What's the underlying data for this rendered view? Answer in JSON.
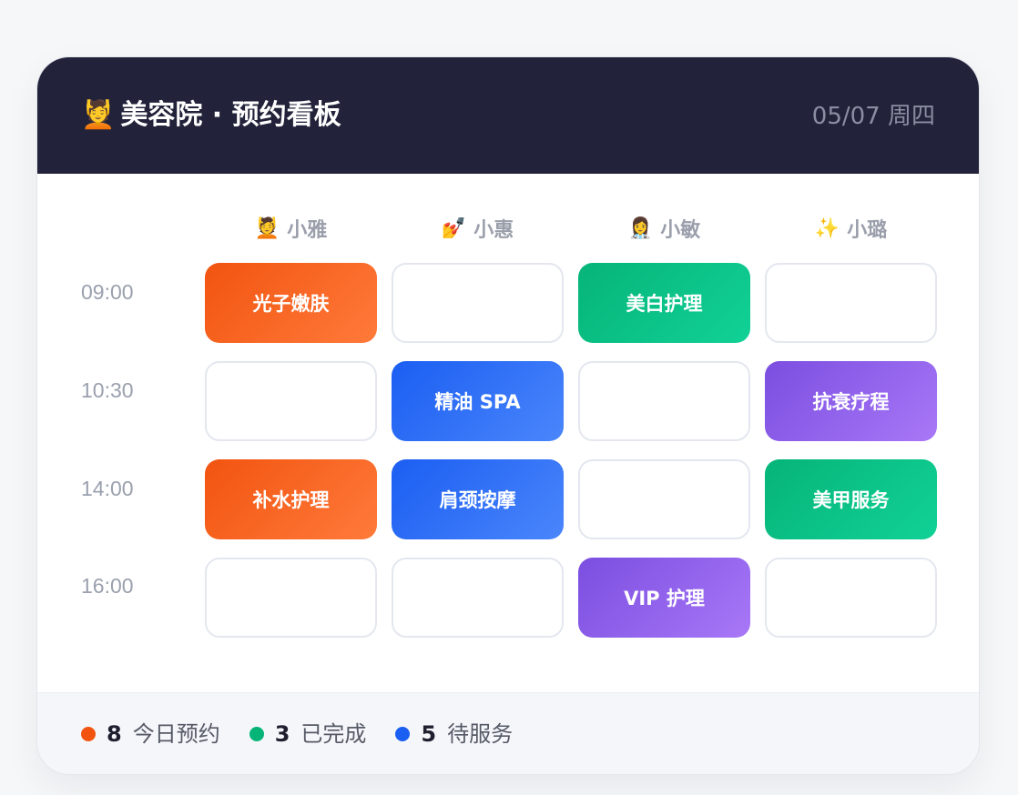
{
  "header": {
    "icon": "💆",
    "title": "美容院 · 预约看板",
    "date": "05/07 周四"
  },
  "staff": [
    {
      "icon": "💆",
      "icon_name": "face-massage-icon",
      "name": "小雅"
    },
    {
      "icon": "💅",
      "icon_name": "nail-polish-icon",
      "name": "小惠"
    },
    {
      "icon": "👩‍⚕️",
      "icon_name": "health-worker-icon",
      "name": "小敏"
    },
    {
      "icon": "✨",
      "icon_name": "sparkles-icon",
      "name": "小璐"
    }
  ],
  "times": [
    "09:00",
    "10:30",
    "14:00",
    "16:00"
  ],
  "appointments": [
    [
      "光子嫩肤",
      "",
      "美白护理",
      ""
    ],
    [
      "",
      "精油 SPA",
      "",
      "抗衰疗程"
    ],
    [
      "补水护理",
      "肩颈按摩",
      "",
      "美甲服务"
    ],
    [
      "",
      "",
      "VIP 护理",
      ""
    ]
  ],
  "colors": {
    "header_bg": "#22233a",
    "orange": "#f25410",
    "green": "#06b478",
    "blue": "#1b5ef2",
    "purple": "#7b4ee0"
  },
  "footer": {
    "stats": [
      {
        "color": "#f25410",
        "value": "8",
        "label": "今日预约"
      },
      {
        "color": "#06b478",
        "value": "3",
        "label": "已完成"
      },
      {
        "color": "#1b5ef2",
        "value": "5",
        "label": "待服务"
      }
    ]
  }
}
